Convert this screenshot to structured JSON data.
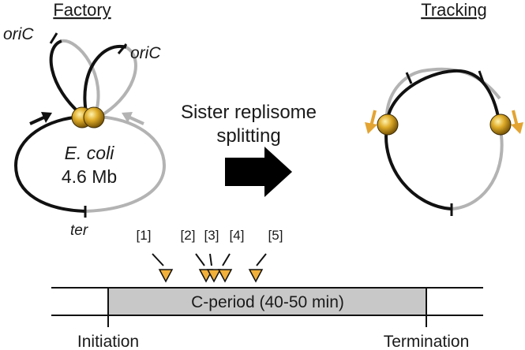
{
  "headings": {
    "left": "Factory",
    "right": "Tracking"
  },
  "factory": {
    "ori_left": "oriC",
    "ori_right": "oriC",
    "organism": "E. coli",
    "genome_size": "4.6 Mb",
    "ter": "ter"
  },
  "transition": {
    "line1": "Sister replisome",
    "line2": "splitting"
  },
  "timeline": {
    "period_label": "C-period (40-50 min)",
    "start": "Initiation",
    "end": "Termination",
    "markers": [
      "[1]",
      "[2]",
      "[3]",
      "[4]",
      "[5]"
    ]
  },
  "colors": {
    "strand_dark": "#111111",
    "strand_light": "#b3b3b3",
    "replisome_gold": "#d9a21b",
    "marker_fill": "#f2b13a",
    "arrow_gold": "#e3a431",
    "period_fill": "#c8c8c8"
  }
}
